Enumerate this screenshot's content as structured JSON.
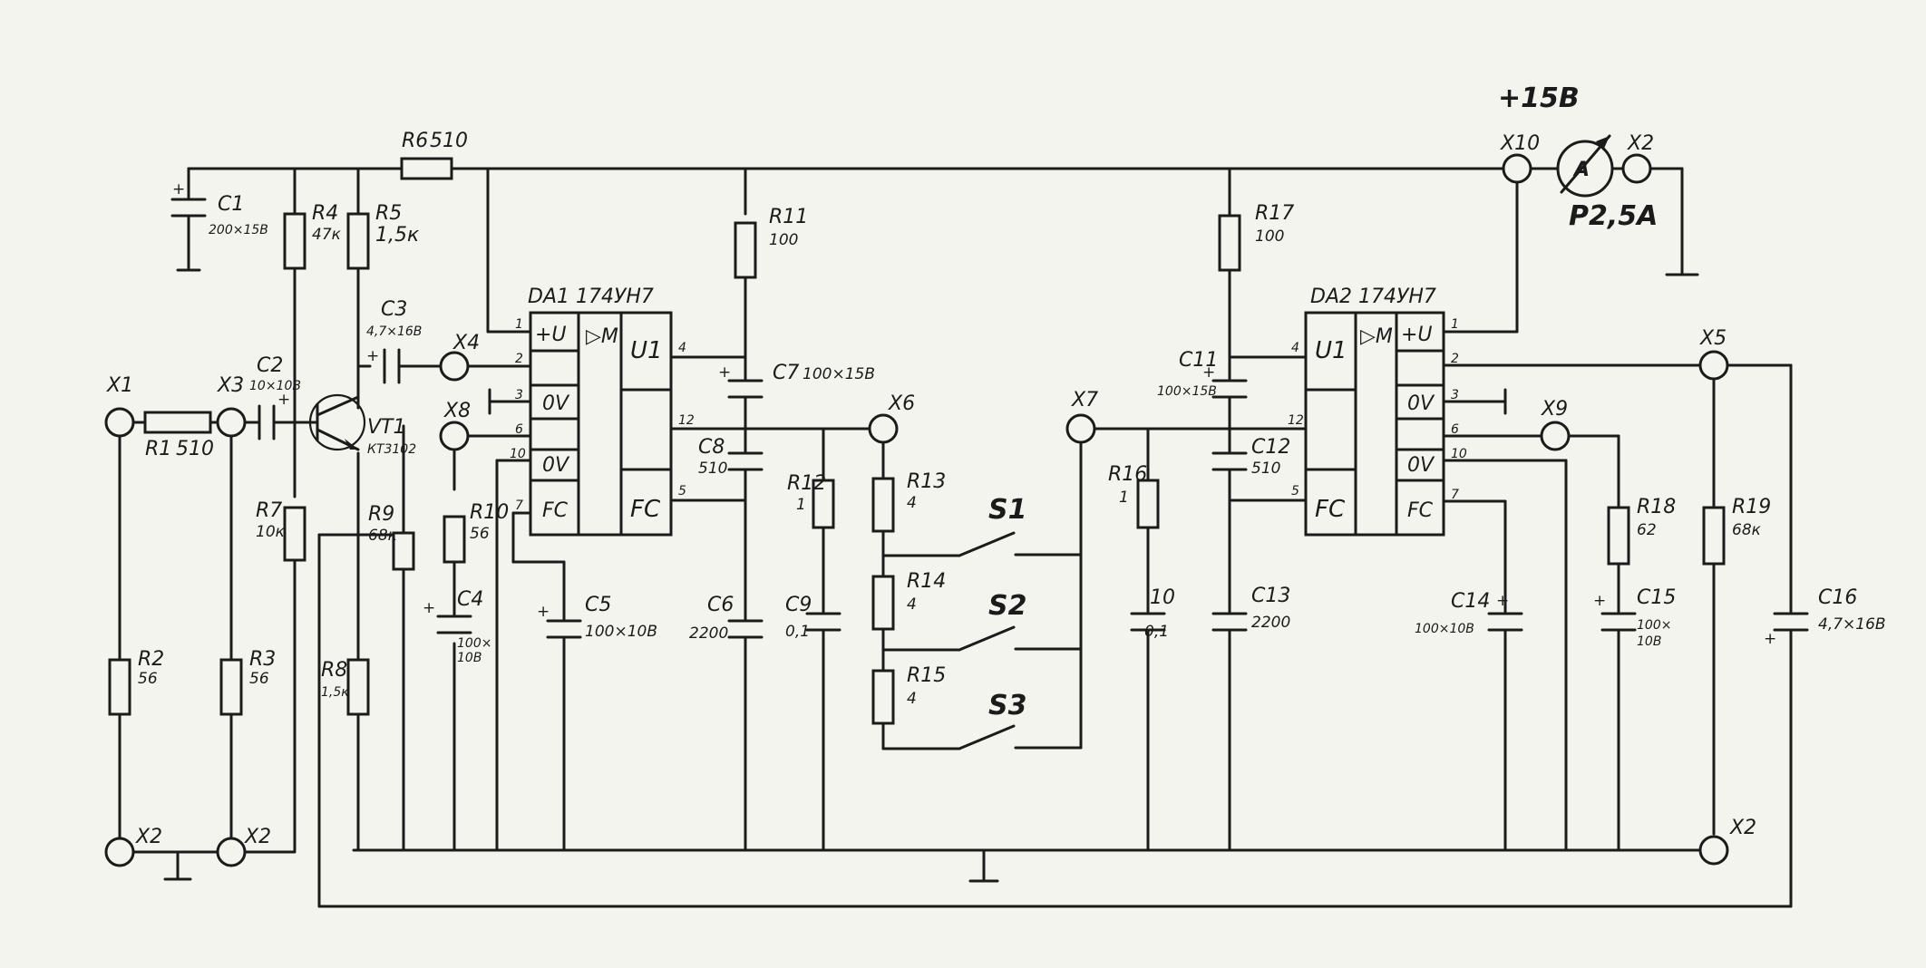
{
  "supply": {
    "label": "+15В",
    "ammeter_symbol": "A",
    "ammeter_range": "Р2,5А"
  },
  "terminals": {
    "x1": "X1",
    "x2a": "X2",
    "x3": "X3",
    "x2b": "X2",
    "x4": "X4",
    "x8": "X8",
    "x6": "X6",
    "x7": "X7",
    "x9": "X9",
    "x5": "X5",
    "x2c": "X2",
    "x10": "X10",
    "x2d": "X2"
  },
  "resistors": {
    "r1": {
      "name": "R1",
      "value": "510"
    },
    "r2": {
      "name": "R2",
      "value": "56"
    },
    "r3": {
      "name": "R3",
      "value": "56"
    },
    "r4": {
      "name": "R4",
      "value": "47к"
    },
    "r5": {
      "name": "R5",
      "value": "1,5к"
    },
    "r6": {
      "name": "R6",
      "value": "510"
    },
    "r7": {
      "name": "R7",
      "value": "10к"
    },
    "r8": {
      "name": "R8",
      "value": "1,5к"
    },
    "r9": {
      "name": "R9",
      "value": "68к"
    },
    "r10": {
      "name": "R10",
      "value": "56"
    },
    "r11": {
      "name": "R11",
      "value": "100"
    },
    "r12": {
      "name": "R12",
      "value": "1"
    },
    "r13": {
      "name": "R13",
      "value": "4"
    },
    "r14": {
      "name": "R14",
      "value": "4"
    },
    "r15": {
      "name": "R15",
      "value": "4"
    },
    "r16": {
      "name": "R16",
      "value": "1"
    },
    "r17": {
      "name": "R17",
      "value": "100"
    },
    "r18": {
      "name": "R18",
      "value": "62"
    },
    "r19": {
      "name": "R19",
      "value": "68к"
    }
  },
  "capacitors": {
    "c1": {
      "name": "C1",
      "value": "200×15В"
    },
    "c2": {
      "name": "C2",
      "value": "10×10В"
    },
    "c3": {
      "name": "C3",
      "value": "4,7×16В"
    },
    "c4": {
      "name": "C4",
      "value": "100×",
      "value2": "10В"
    },
    "c5": {
      "name": "C5",
      "value": "100×10В"
    },
    "c6": {
      "name": "C6",
      "value": "2200"
    },
    "c7": {
      "name": "C7",
      "value": "100×15В"
    },
    "c8": {
      "name": "C8",
      "value": "510"
    },
    "c9": {
      "name": "C9",
      "value": "0,1"
    },
    "c10": {
      "name": "10",
      "value": "0,1"
    },
    "c11": {
      "name": "C11",
      "value": "100×15В"
    },
    "c12": {
      "name": "C12",
      "value": "510"
    },
    "c13": {
      "name": "C13",
      "value": "2200"
    },
    "c14": {
      "name": "C14",
      "value": "100×10В"
    },
    "c15": {
      "name": "C15",
      "value": "100×",
      "value2": "10В"
    },
    "c16": {
      "name": "C16",
      "value": "4,7×16В"
    }
  },
  "transistor": {
    "name": "VT1",
    "type": "КТ3102"
  },
  "switches": {
    "s1": "S1",
    "s2": "S2",
    "s3": "S3"
  },
  "da1": {
    "title": "DA1 174УН7",
    "pins": {
      "plus_u": "+U",
      "zero_v_a": "0V",
      "zero_v_b": "0V",
      "fc_left": "FC",
      "amp": "▷M",
      "u1": "U1",
      "fc_right": "FC"
    },
    "pin_numbers": {
      "p1": "1",
      "p2": "2",
      "p3": "3",
      "p6": "6",
      "p10": "10",
      "p7": "7",
      "p4": "4",
      "p12": "12",
      "p5": "5"
    }
  },
  "da2": {
    "title": "DA2 174УН7",
    "pins": {
      "plus_u": "+U",
      "zero_v_a": "0V",
      "zero_v_b": "0V",
      "fc_left": "FC",
      "amp": "▷M",
      "u1": "U1",
      "fc_right": "FC"
    },
    "pin_numbers": {
      "p4": "4",
      "p12": "12",
      "p5": "5",
      "p1": "1",
      "p2": "2",
      "p3": "3",
      "p6": "6",
      "p10": "10",
      "p7": "7"
    }
  }
}
